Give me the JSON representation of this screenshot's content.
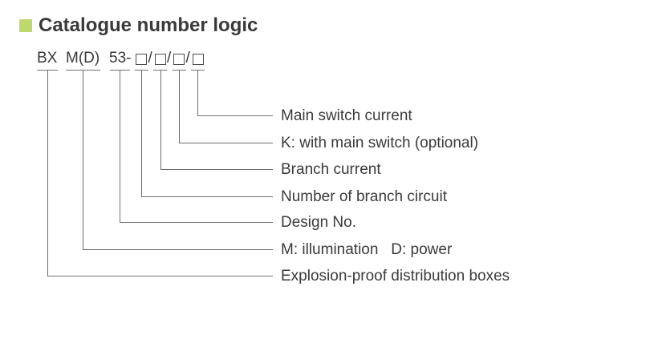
{
  "header": {
    "title": "Catalogue number logic"
  },
  "code": {
    "full_code": "BX M(D) 53- □/□/□/□",
    "prefix_segments": [
      "BX",
      "M(D)",
      "53-"
    ],
    "separator": "/",
    "placeholder_box_count": 4
  },
  "legend": {
    "rows": [
      {
        "code_part": "BX",
        "label": "Explosion-proof distribution boxes"
      },
      {
        "code_part": "M(D)",
        "label": "M: illumination   D: power"
      },
      {
        "code_part": "53-",
        "label": "Design No."
      },
      {
        "code_part": "□",
        "label": "Number of branch circuit"
      },
      {
        "code_part": "□",
        "label": "Branch current"
      },
      {
        "code_part": "□",
        "label": "K: with main switch (optional)"
      },
      {
        "code_part": "□",
        "label": "Main switch current"
      }
    ]
  },
  "colors": {
    "accent": "#bdd96d",
    "text": "#3a3a3a",
    "line": "#6f6f6f"
  }
}
